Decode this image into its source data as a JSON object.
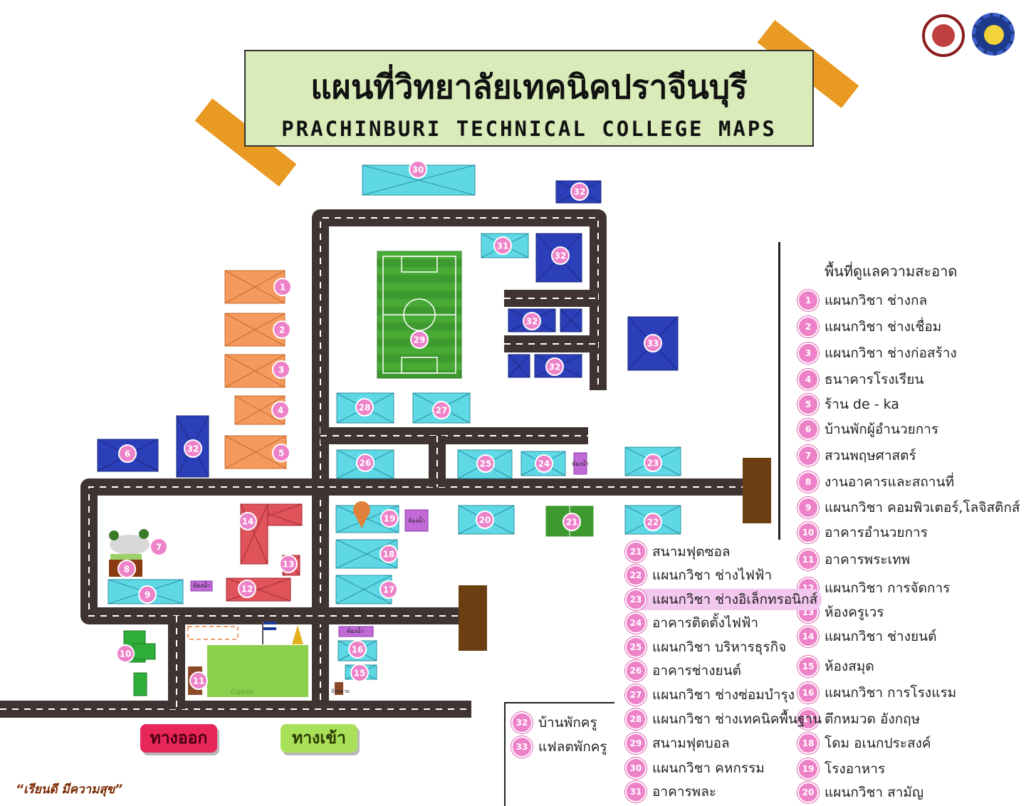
{
  "title": {
    "thai": "แผนที่วิทยาลัยเทคนิคปราจีนบุรี",
    "english": "PRACHINBURI TECHNICAL COLLEGE MAPS"
  },
  "legend": {
    "heading": "พื้นที่ดูแลความสะอาด",
    "items": [
      {
        "num": "1",
        "label": "แผนกวิชา ช่างกล"
      },
      {
        "num": "2",
        "label": "แผนกวิชา ช่างเชื่อม"
      },
      {
        "num": "3",
        "label": "แผนกวิชา ช่างก่อสร้าง"
      },
      {
        "num": "4",
        "label": "ธนาคารโรงเรียน"
      },
      {
        "num": "5",
        "label": "ร้าน de - ka"
      },
      {
        "num": "6",
        "label": "บ้านพักผู้อำนวยการ"
      },
      {
        "num": "7",
        "label": "สวนพฤษศาสตร์"
      },
      {
        "num": "8",
        "label": "งานอาคารและสถานที่"
      },
      {
        "num": "9",
        "label": "แผนกวิชา คอมพิวเตอร์,โลจิสติกส์"
      },
      {
        "num": "10",
        "label": "อาคารอำนวยการ"
      },
      {
        "num": "11",
        "label": "อาคารพระเทพ"
      },
      {
        "num": "12",
        "label": "แผนกวิชา การจัดการ"
      },
      {
        "num": "13",
        "label": "ห้องครูเวร"
      },
      {
        "num": "14",
        "label": "แผนกวิชา ช่างยนต์"
      },
      {
        "num": "15",
        "label": "ห้องสมุด"
      },
      {
        "num": "16",
        "label": "แผนกวิชา การโรงแรม"
      },
      {
        "num": "17",
        "label": "ตึกหมวด อังกฤษ"
      },
      {
        "num": "18",
        "label": "โดม อเนกประสงค์"
      },
      {
        "num": "19",
        "label": "โรงอาหาร"
      },
      {
        "num": "20",
        "label": "แผนกวิชา สามัญ"
      },
      {
        "num": "21",
        "label": "สนามฟุตซอล"
      },
      {
        "num": "22",
        "label": "แผนกวิชา ช่างไฟฟ้า"
      },
      {
        "num": "23",
        "label": "แผนกวิชา ช่างอิเล็กทรอนิกส์"
      },
      {
        "num": "24",
        "label": "อาคารติดตั้งไฟฟ้า"
      },
      {
        "num": "25",
        "label": "แผนกวิชา บริหารธุรกิจ"
      },
      {
        "num": "26",
        "label": "อาคารช่างยนต์"
      },
      {
        "num": "27",
        "label": "แผนกวิชา ช่างซ่อมบำรุง"
      },
      {
        "num": "28",
        "label": "แผนกวิชา ช่างเทคนิคพื้นฐาน"
      },
      {
        "num": "29",
        "label": "สนามฟุตบอล"
      },
      {
        "num": "30",
        "label": "แผนกวิชา คหกรรม"
      },
      {
        "num": "31",
        "label": "อาคารพละ"
      }
    ],
    "housing": [
      {
        "num": "32",
        "label": "บ้านพักครู"
      },
      {
        "num": "33",
        "label": "แฟลตพักครู"
      }
    ]
  },
  "map_labels": {
    "restroom": "ห้องน้ำ",
    "small_note": "ป้อมยาม",
    "watermark": "Canva"
  },
  "gates": {
    "exit": "ทางออก",
    "entrance": "ทางเข้า"
  },
  "motto": "“เรียนดี มีความสุข”",
  "colors": {
    "road": "#3f3432",
    "orange_building": "#f59a5e",
    "cyan_building": "#5fd8e6",
    "blue_building": "#2b3fb8",
    "red_building": "#e0535a",
    "green_building": "#2fae3a",
    "badge": "#ee82c9",
    "title_bg": "#d8ebb8",
    "tape": "#e89a22",
    "gate_exit": "#e8265a",
    "gate_entrance": "#a9e05a"
  }
}
